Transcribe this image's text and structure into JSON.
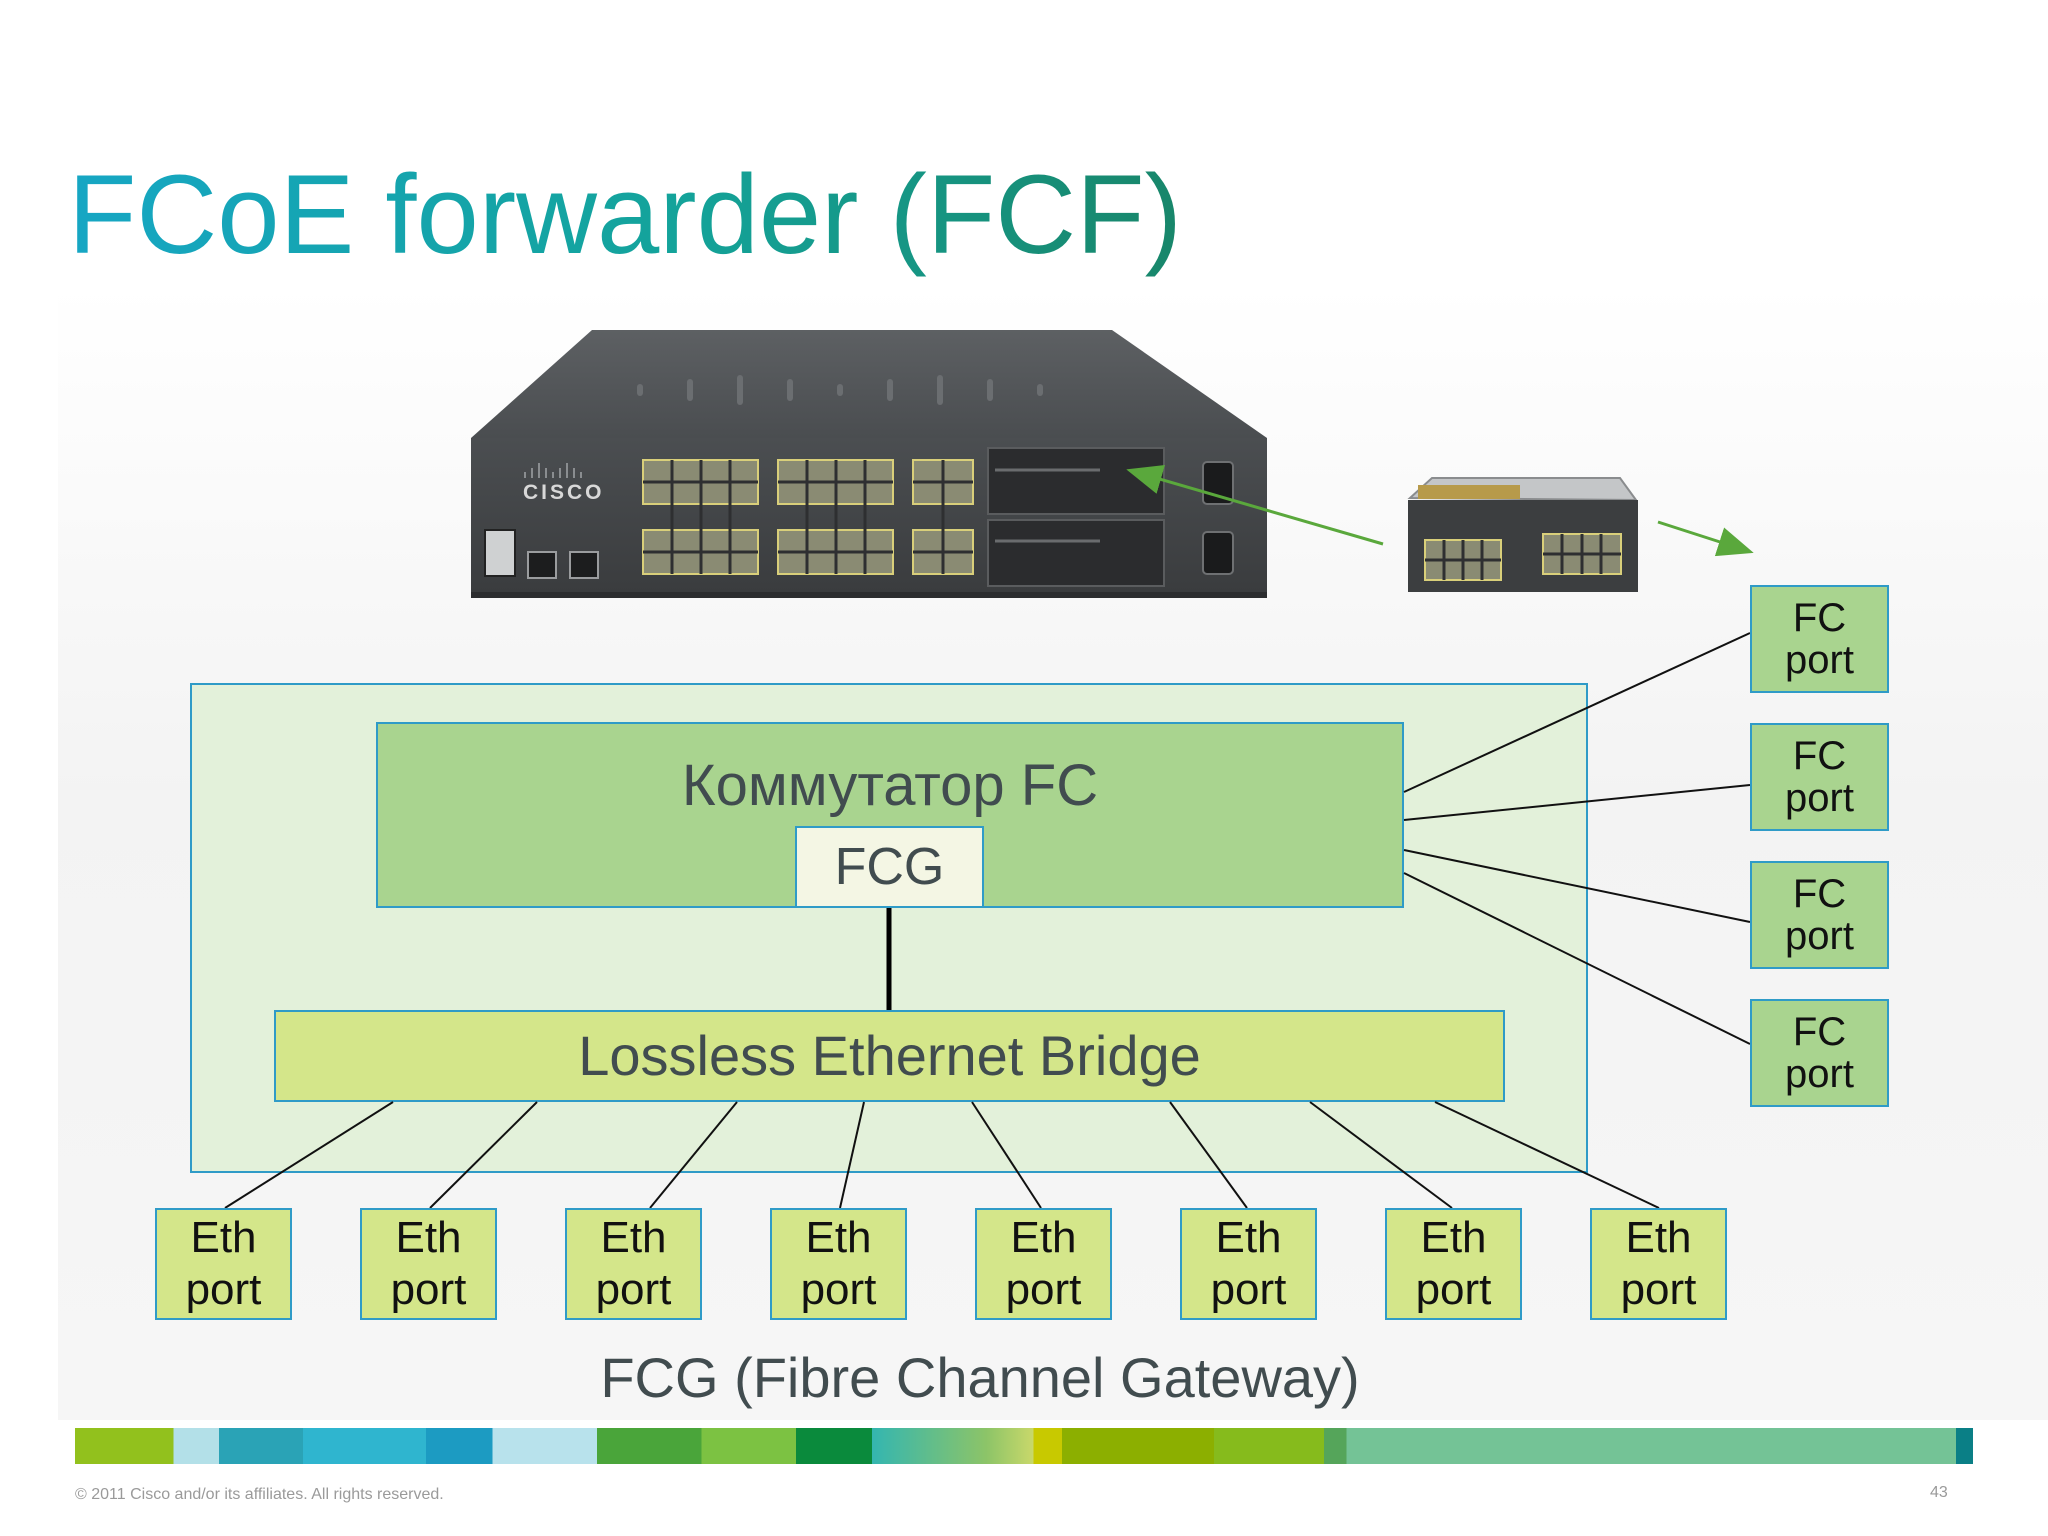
{
  "slide": {
    "title": "FCoE forwarder (FCF)",
    "fc_switch_label": "Коммутатор FC",
    "fcg_label": "FCG",
    "bridge_label": "Lossless Ethernet Bridge",
    "caption": "FCG (Fibre Channel Gateway)",
    "copyright": "© 2011 Cisco and/or its affiliates. All rights reserved.",
    "page_number": "43",
    "device_brand": "CISCO"
  },
  "eth_ports": [
    {
      "line1": "Eth",
      "line2": "port"
    },
    {
      "line1": "Eth",
      "line2": "port"
    },
    {
      "line1": "Eth",
      "line2": "port"
    },
    {
      "line1": "Eth",
      "line2": "port"
    },
    {
      "line1": "Eth",
      "line2": "port"
    },
    {
      "line1": "Eth",
      "line2": "port"
    },
    {
      "line1": "Eth",
      "line2": "port"
    },
    {
      "line1": "Eth",
      "line2": "port"
    }
  ],
  "fc_ports": [
    {
      "line1": "FC",
      "line2": "port"
    },
    {
      "line1": "FC",
      "line2": "port"
    },
    {
      "line1": "FC",
      "line2": "port"
    },
    {
      "line1": "FC",
      "line2": "port"
    }
  ],
  "colors": {
    "title_gradient_start": "#16a6c4",
    "title_gradient_end": "#18866a",
    "fc_green": "#a9d48f",
    "bridge_lime": "#d4e68a",
    "region_fill": "#e3f1da",
    "border_blue": "#2f9bc7",
    "arrow_green": "#5aa83c"
  },
  "icons": [
    "network-switch-image",
    "expansion-module-image",
    "cisco-logo-icon"
  ]
}
